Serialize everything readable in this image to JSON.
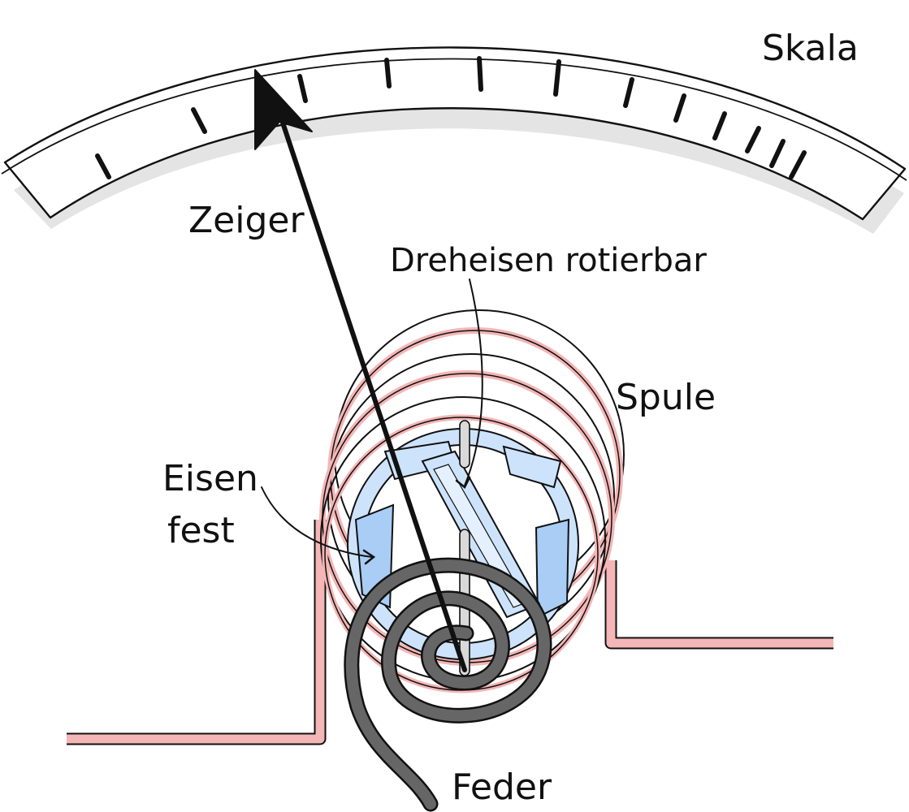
{
  "labels": {
    "scale": "Skala",
    "pointer": "Zeiger",
    "moving_iron": "Dreheisen rotierbar",
    "coil": "Spule",
    "fixed_iron_line1": "Eisen",
    "fixed_iron_line2": "fest",
    "spring": "Feder"
  },
  "colors": {
    "ink": "#111111",
    "wire": "#f4b6b6",
    "iron_light": "#cde3fb",
    "iron_dark": "#a9cdf5",
    "spring": "#666666",
    "scale_shadow": "#dddddd"
  }
}
